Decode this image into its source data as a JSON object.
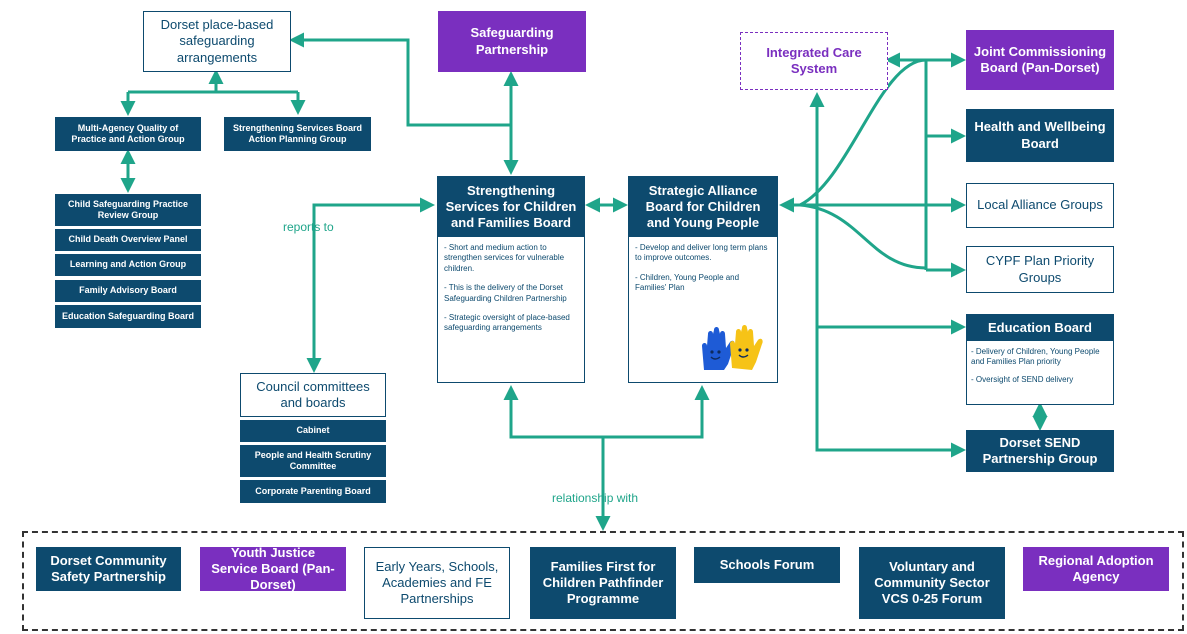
{
  "nodes": {
    "dorset_place_based": "Dorset place-based safeguarding arrangements",
    "multi_agency": "Multi-Agency Quality of Practice and Action Group",
    "ssb_action_planning": "Strengthening Services Board Action Planning Group",
    "child_practice_review": "Child Safeguarding Practice Review Group",
    "child_death_panel": "Child Death Overview Panel",
    "learning_action": "Learning and Action Group",
    "family_advisory": "Family Advisory Board",
    "education_safeguarding": "Education Safeguarding Board",
    "safeguarding_partnership": "Safeguarding Partnership",
    "integrated_care": "Integrated Care System",
    "joint_commissioning": "Joint Commissioning Board (Pan-Dorset)",
    "health_wellbeing": "Health and Wellbeing Board",
    "local_alliance": "Local Alliance Groups",
    "cypf_priority": "CYPF Plan Priority Groups",
    "council_committees": "Council committees and boards",
    "cabinet": "Cabinet",
    "people_health_scrutiny": "People and Health Scrutiny Committee",
    "corporate_parenting": "Corporate Parenting Board",
    "dorset_send": "Dorset SEND Partnership Group"
  },
  "strengthening_board": {
    "title": "Strengthening Services for Children and Families Board",
    "points": [
      "- Short and medium action to strengthen services for vulnerable children.",
      "- This is the delivery of the Dorset Safeguarding Children Partnership",
      "- Strategic oversight of place-based safeguarding arrangements"
    ]
  },
  "strategic_alliance": {
    "title": "Strategic Alliance Board for Children and Young People",
    "points": [
      "- Develop and deliver long term plans to improve outcomes.",
      "- Children, Young People and Families' Plan"
    ]
  },
  "education_board": {
    "title": "Education Board",
    "points": [
      "- Delivery of Children, Young People and Families Plan priority",
      "- Oversight of SEND delivery"
    ]
  },
  "labels": {
    "reports_to": "reports to",
    "relationship_with": "relationship with"
  },
  "footer": {
    "items": [
      "Dorset Community Safety Partnership",
      "Youth Justice Service Board (Pan-Dorset)",
      "Early Years, Schools, Academies and FE Partnerships",
      "Families First for Children Pathfinder Programme",
      "Schools Forum",
      "Voluntary and Community Sector VCS 0-25 Forum",
      "Regional Adoption Agency"
    ]
  },
  "colors": {
    "navy": "#0d4a6e",
    "purple": "#7a2fbf",
    "connector": "#1fa58a"
  }
}
